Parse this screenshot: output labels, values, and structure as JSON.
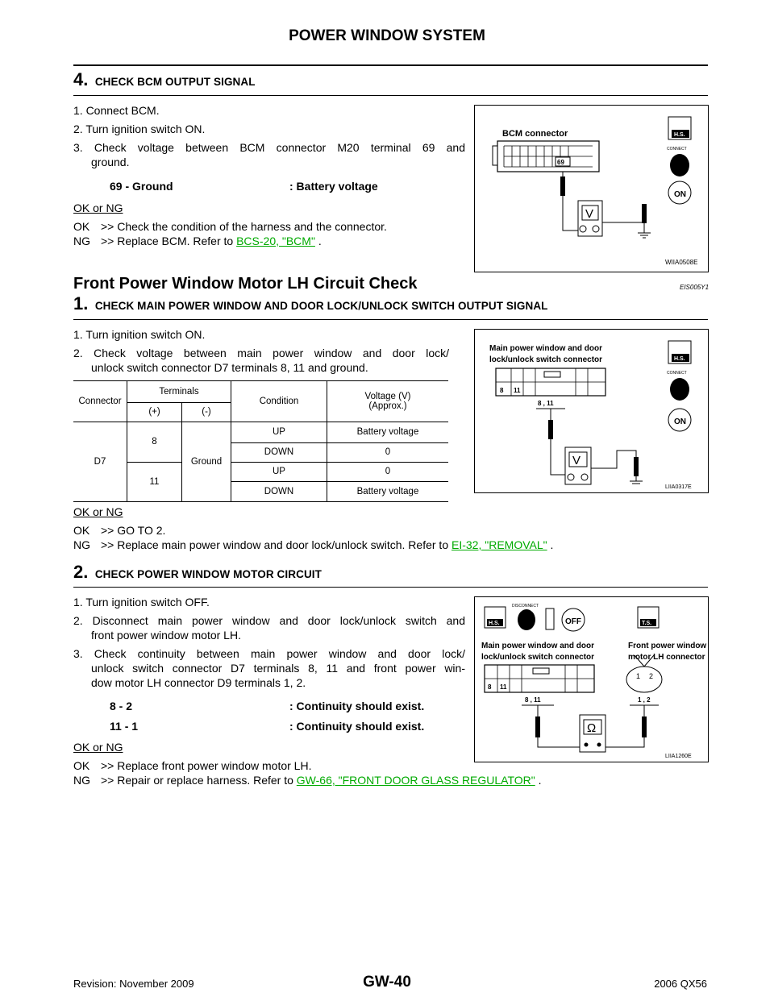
{
  "header": {
    "title": "POWER WINDOW SYSTEM"
  },
  "step4": {
    "num": "4.",
    "title": "CHECK BCM OUTPUT SIGNAL",
    "items": [
      "1. Connect BCM.",
      "2. Turn ignition switch ON.",
      "3. Check voltage between BCM connector M20 terminal 69 and",
      "ground."
    ],
    "spec_left": "69 - Ground",
    "spec_right": ": Battery voltage",
    "okng": "OK or NG",
    "ok_label": "OK",
    "ok_text": ">> Check the condition of the harness and the connector.",
    "ng_label": "NG",
    "ng_text": ">> Replace BCM. Refer to",
    "ng_link": "BCS-20, \"BCM\"",
    "ng_tail": ".",
    "figure": {
      "connector_label": "BCM connector",
      "terminal": "69",
      "meter": "V",
      "code": "WIIA0508E",
      "hs": "H.S.",
      "connect": "CONNECT",
      "on": "ON"
    }
  },
  "section": {
    "title": "Front Power Window Motor LH Circuit Check",
    "code": "EIS005Y1"
  },
  "step1": {
    "num": "1.",
    "title": "CHECK MAIN POWER WINDOW AND DOOR LOCK/UNLOCK SWITCH OUTPUT SIGNAL",
    "items": [
      "1. Turn ignition switch ON.",
      "2. Check voltage between main power window and door lock/",
      "unlock switch connector D7 terminals 8, 11 and ground."
    ],
    "table": {
      "h_connector": "Connector",
      "h_terminals": "Terminals",
      "h_plus": "(+)",
      "h_minus": "(-)",
      "h_condition": "Condition",
      "h_voltage": "Voltage (V)",
      "h_approx": "(Approx.)",
      "connector": "D7",
      "t1": "8",
      "t2": "11",
      "ground": "Ground",
      "rows": [
        {
          "cond": "UP",
          "volt": "Battery voltage"
        },
        {
          "cond": "DOWN",
          "volt": "0"
        },
        {
          "cond": "UP",
          "volt": "0"
        },
        {
          "cond": "DOWN",
          "volt": "Battery voltage"
        }
      ]
    },
    "okng": "OK or NG",
    "ok_label": "OK",
    "ok_text": ">> GO TO 2.",
    "ng_label": "NG",
    "ng_text": ">> Replace main power window and door lock/unlock switch. Refer to",
    "ng_link": "EI-32, \"REMOVAL\"",
    "ng_tail": ".",
    "figure": {
      "l1": "Main power window and door",
      "l2": "lock/unlock switch connector",
      "t8": "8",
      "t11": "11",
      "terms": "8 , 11",
      "meter": "V",
      "code": "LIIA0317E",
      "hs": "H.S.",
      "connect": "CONNECT",
      "on": "ON"
    }
  },
  "step2": {
    "num": "2.",
    "title": "CHECK POWER WINDOW MOTOR CIRCUIT",
    "items": [
      "1. Turn ignition switch OFF.",
      "2. Disconnect main power window and door lock/unlock switch and",
      "front power window motor LH.",
      "3. Check continuity between main power window and door lock/",
      "unlock switch connector D7 terminals 8, 11 and front power win-",
      "dow motor LH connector D9 terminals 1, 2."
    ],
    "spec1_left": "8 - 2",
    "spec1_right": ": Continuity should exist.",
    "spec2_left": "11 - 1",
    "spec2_right": ": Continuity should exist.",
    "okng": "OK or NG",
    "ok_label": "OK",
    "ok_text": ">> Replace front power window motor LH.",
    "ng_label": "NG",
    "ng_text": ">> Repair or replace harness. Refer to",
    "ng_link": "GW-66, \"FRONT DOOR GLASS REGULATOR\"",
    "ng_tail": ".",
    "figure": {
      "disconnect": "DISCONNECT",
      "hs": "H.S.",
      "ts": "T.S.",
      "off": "OFF",
      "l1": "Main power window and door",
      "l2": "lock/unlock switch connector",
      "r1": "Front power window",
      "r2": "motor LH connector",
      "t8": "8",
      "t11": "11",
      "terms": "8 , 11",
      "p1": "1",
      "p2": "2",
      "pterms": "1 , 2",
      "meter": "Ω",
      "code": "LIIA1260E"
    }
  },
  "footer": {
    "revision": "Revision: November 2009",
    "page": "GW-40",
    "model": "2006 QX56"
  }
}
